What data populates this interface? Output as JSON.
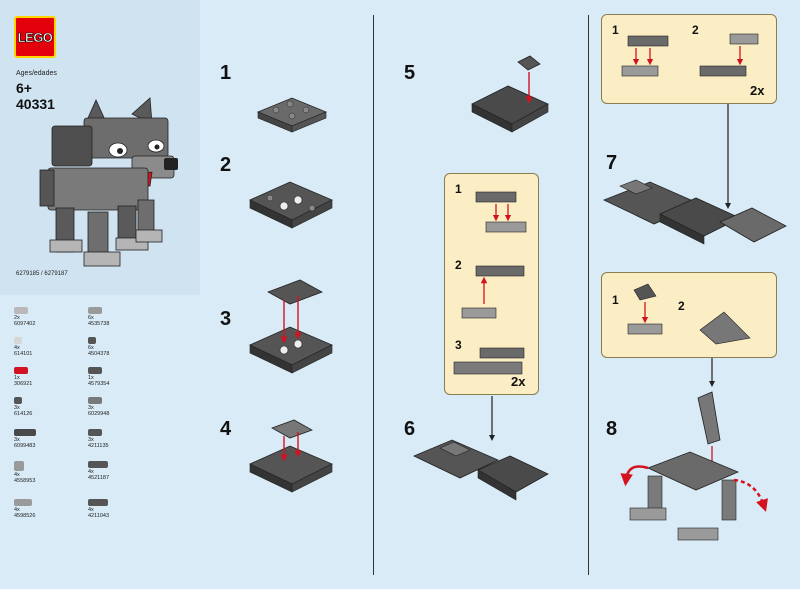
{
  "header": {
    "logo_text": "LEGO",
    "age_label": "Ages/edades",
    "age": "6+",
    "set_number": "40331",
    "codes": "6279185 / 6279187"
  },
  "parts": [
    {
      "qty": "2x",
      "id": "6097402",
      "color": "#b9b9b9"
    },
    {
      "qty": "6x",
      "id": "4535738",
      "color": "#9a9a9a"
    },
    {
      "qty": "4x",
      "id": "614101",
      "color": "#d6d6d6"
    },
    {
      "qty": "6x",
      "id": "4504378",
      "color": "#555555"
    },
    {
      "qty": "1x",
      "id": "306921",
      "color": "#d4121f"
    },
    {
      "qty": "1x",
      "id": "4579354",
      "color": "#555555"
    },
    {
      "qty": "3x",
      "id": "614126",
      "color": "#555555"
    },
    {
      "qty": "3x",
      "id": "6029948",
      "color": "#7a7a7a"
    },
    {
      "qty": "3x",
      "id": "6099483",
      "color": "#4a4a4a"
    },
    {
      "qty": "3x",
      "id": "4211135",
      "color": "#555555"
    },
    {
      "qty": "4x",
      "id": "4558953",
      "color": "#9a9a9a"
    },
    {
      "qty": "4x",
      "id": "4521187",
      "color": "#555555"
    },
    {
      "qty": "4x",
      "id": "4598526",
      "color": "#9a9a9a"
    },
    {
      "qty": "4x",
      "id": "4211043",
      "color": "#555555"
    }
  ],
  "steps": [
    "1",
    "2",
    "3",
    "4",
    "5",
    "6",
    "7",
    "8"
  ],
  "callouts": {
    "step6": {
      "subs": [
        "1",
        "2",
        "3"
      ],
      "multiplier": "2x"
    },
    "step7": {
      "subs": [
        "1",
        "2"
      ],
      "multiplier": "2x"
    },
    "step8": {
      "subs": [
        "1",
        "2"
      ]
    }
  },
  "colors": {
    "background": "#d9ebf6",
    "callout": "#fbedc4",
    "brick_dark": "#555555",
    "brick_light": "#a0a0a0",
    "arrow": "#d4121f"
  }
}
